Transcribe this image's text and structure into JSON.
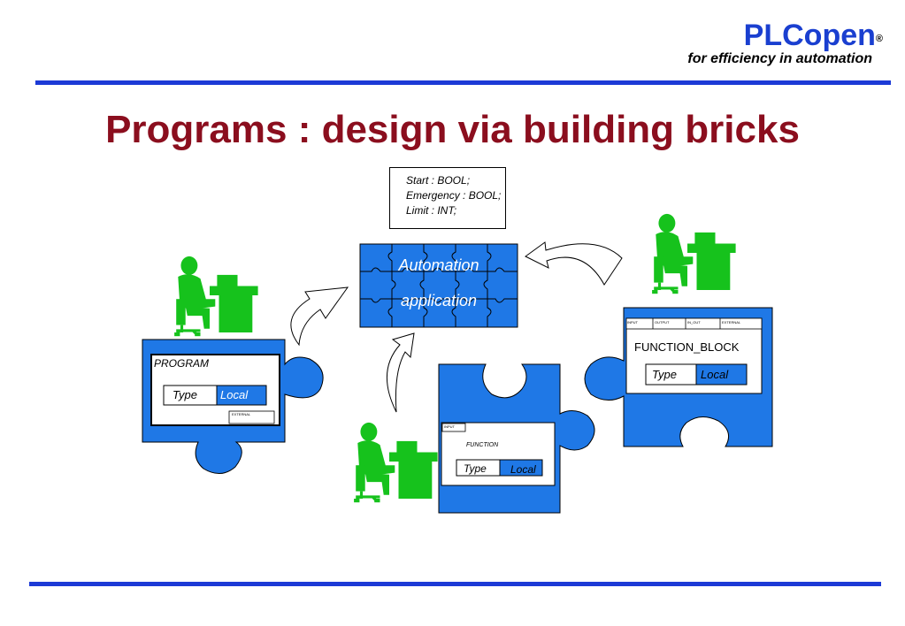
{
  "logo": {
    "name": "PLCopen",
    "registered": "®",
    "tagline": "for efficiency in automation"
  },
  "title": "Programs : design via building bricks",
  "declaration": {
    "lines": [
      "Start : BOOL;",
      "Emergency : BOOL;",
      "Limit : INT;"
    ]
  },
  "center": {
    "line1": "Automation",
    "line2": "application"
  },
  "program": {
    "label": "PROGRAM",
    "type": "Type",
    "local": "Local",
    "tiny": "EXTERNAL"
  },
  "function_block": {
    "label": "FUNCTION_BLOCK",
    "type": "Type",
    "local": "Local",
    "headers": [
      "INPUT",
      "OUTPUT",
      "IN_OUT",
      "EXTERNAL"
    ]
  },
  "function": {
    "label": "FUNCTION",
    "type": "Type",
    "local": "Local",
    "tiny": "INPUT"
  },
  "colors": {
    "brand": "#1a3fd0",
    "title": "#8b0e1e",
    "puzzle": "#1f78e6",
    "person": "#16c21c"
  }
}
